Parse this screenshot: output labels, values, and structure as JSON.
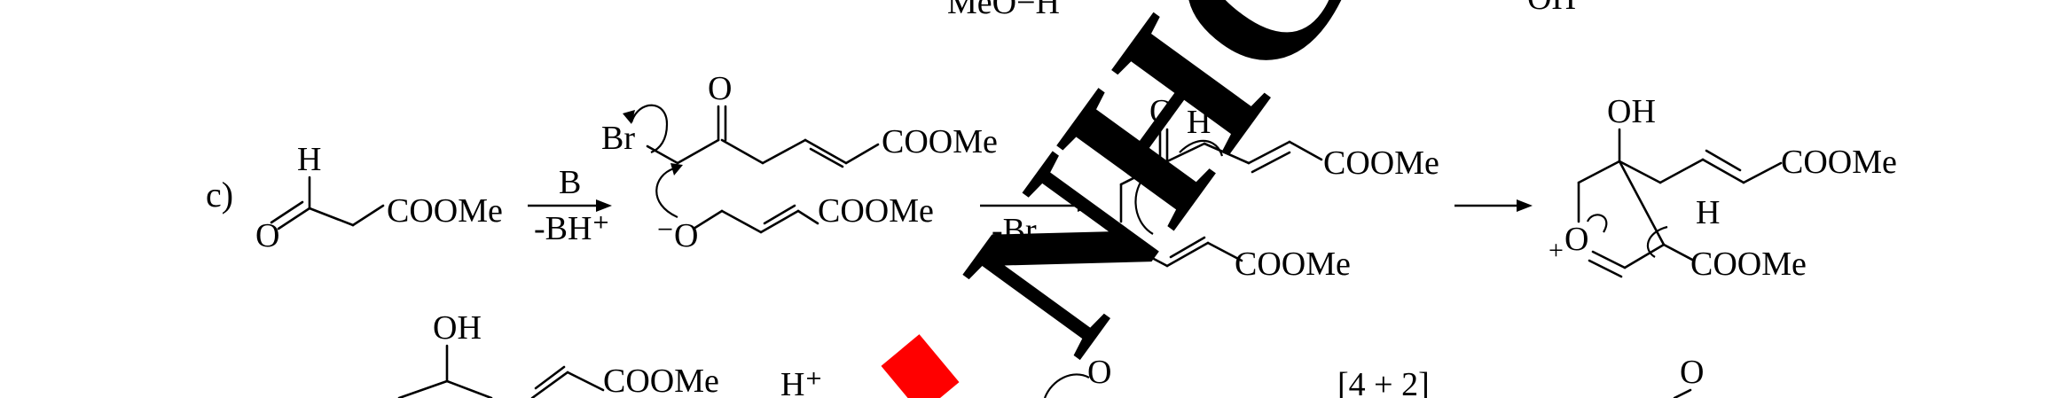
{
  "top_fragment": {
    "left_text": "MeO−H",
    "right_text": "OH"
  },
  "row_c": {
    "label": "c)",
    "start": {
      "h": "H",
      "o": "O",
      "ester": "COOMe"
    },
    "step1": {
      "above": "B",
      "below": "-BH⁺"
    },
    "intermediate1": {
      "br": "Br",
      "ketone_o": "O",
      "ester": "COOMe",
      "anion_o": "⁻O",
      "ester2": "COOMe"
    },
    "step2": {
      "below": "-Br"
    },
    "intermediate2": {
      "ketone_o": "O",
      "h_plus": "H⁺",
      "ester": "COOMe",
      "ring_o": "O",
      "ester2": "COOMe"
    },
    "product": {
      "oh": "OH",
      "ester": "COOMe",
      "ring_o": "O",
      "plus": "+",
      "h": "H",
      "ester2": "COOMe"
    }
  },
  "row_d_partial": {
    "oh": "OH",
    "ester": "COOMe",
    "h_plus": "H⁺",
    "o_mid": "O",
    "cyclo": "[4 + 2]",
    "o_right": "O"
  },
  "watermark": {
    "text": "NHC",
    "color": "#ff0000"
  },
  "colors": {
    "ink": "#000000",
    "watermark": "#ff0000",
    "background": "#ffffff"
  }
}
